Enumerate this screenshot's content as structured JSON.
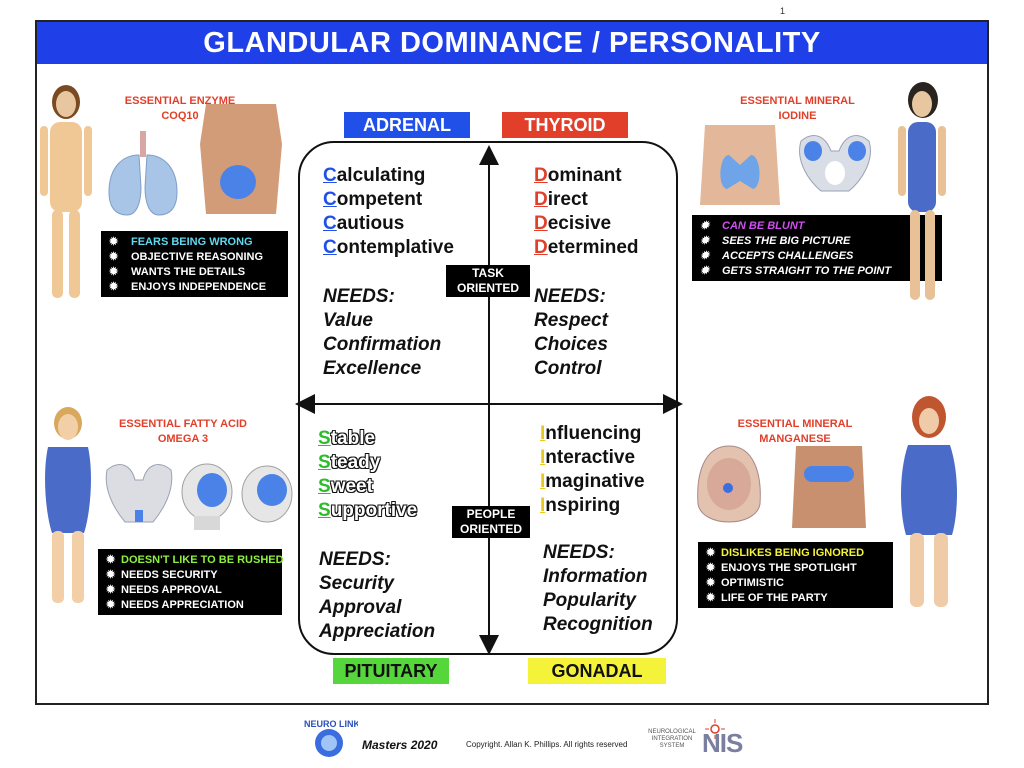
{
  "page_number": "1",
  "title": "GLANDULAR   DOMINANCE   /  PERSONALITY",
  "glands": {
    "adrenal": "ADRENAL",
    "thyroid": "THYROID",
    "pituitary": "PITUITARY",
    "gonadal": "GONADAL"
  },
  "axis_labels": {
    "task_line1": "TASK",
    "task_line2": "ORIENTED",
    "people_line1": "PEOPLE",
    "people_line2": "ORIENTED"
  },
  "quadrants": {
    "adrenal": {
      "traits": [
        {
          "first": "C",
          "rest": "alculating"
        },
        {
          "first": "C",
          "rest": "ompetent"
        },
        {
          "first": "C",
          "rest": "autious"
        },
        {
          "first": "C",
          "rest": "ontemplative"
        }
      ],
      "needs_heading": "NEEDS:",
      "needs": [
        "Value",
        "Confirmation",
        "Excellence"
      ]
    },
    "thyroid": {
      "traits": [
        {
          "first": "D",
          "rest": "ominant"
        },
        {
          "first": "D",
          "rest": "irect"
        },
        {
          "first": "D",
          "rest": "ecisive"
        },
        {
          "first": "D",
          "rest": "etermined"
        }
      ],
      "needs_heading": "NEEDS:",
      "needs": [
        "Respect",
        "Choices",
        "Control"
      ]
    },
    "pituitary": {
      "traits": [
        {
          "first": "S",
          "rest": "table"
        },
        {
          "first": "S",
          "rest": "teady"
        },
        {
          "first": "S",
          "rest": "weet"
        },
        {
          "first": "S",
          "rest": "upportive"
        }
      ],
      "needs_heading": "NEEDS:",
      "needs": [
        "Security",
        "Approval",
        "Appreciation"
      ]
    },
    "gonadal": {
      "traits": [
        {
          "first": "I",
          "rest": "nfluencing"
        },
        {
          "first": "I",
          "rest": "nteractive"
        },
        {
          "first": "I",
          "rest": "maginative"
        },
        {
          "first": "I",
          "rest": "nspiring"
        }
      ],
      "needs_heading": "NEEDS:",
      "needs": [
        "Information",
        "Popularity",
        "Recognition"
      ]
    }
  },
  "essentials": {
    "adrenal": {
      "line1": "ESSENTIAL ENZYME",
      "line2": "COQ10"
    },
    "thyroid": {
      "line1": "ESSENTIAL MINERAL",
      "line2": "IODINE"
    },
    "pituitary": {
      "line1": "ESSENTIAL FATTY ACID",
      "line2": "OMEGA 3"
    },
    "gonadal": {
      "line1": "ESSENTIAL MINERAL",
      "line2": "MANGANESE"
    }
  },
  "trait_boxes": {
    "adrenal": {
      "highlight": "FEARS BEING WRONG",
      "items": [
        "OBJECTIVE REASONING",
        "WANTS THE DETAILS",
        "ENJOYS INDEPENDENCE"
      ]
    },
    "thyroid": {
      "highlight": "CAN BE BLUNT",
      "items": [
        "SEES THE BIG PICTURE",
        "ACCEPTS CHALLENGES",
        "GETS STRAIGHT TO THE POINT"
      ]
    },
    "pituitary": {
      "highlight": "DOESN'T LIKE TO BE RUSHED",
      "items": [
        "NEEDS SECURITY",
        "NEEDS APPROVAL",
        "NEEDS APPRECIATION"
      ]
    },
    "gonadal": {
      "highlight": "DISLIKES BEING IGNORED",
      "items": [
        "ENJOYS THE SPOTLIGHT",
        "OPTIMISTIC",
        "LIFE OF THE PARTY"
      ]
    }
  },
  "star_glyph": "✹",
  "colors": {
    "banner": "#1f40e8",
    "adrenal": "#2050e8",
    "thyroid": "#e13f2a",
    "pituitary": "#55d63a",
    "gonadal": "#f5f23a",
    "highlight_adrenal": "#5fd8f0",
    "highlight_thyroid": "#d04ef0",
    "highlight_pituitary": "#8ef040",
    "highlight_gonadal": "#f5f23a"
  },
  "footer": {
    "title": "Masters 2020",
    "copyright": "Copyright. Allan K. Phillips.  All rights reserved",
    "nis_line1": "NEUROLOGICAL",
    "nis_line2": "INTEGRATION",
    "nis_line3": "SYSTEM",
    "nis_logo": "NIS",
    "neurolink_logo": "NEURO LINK"
  }
}
